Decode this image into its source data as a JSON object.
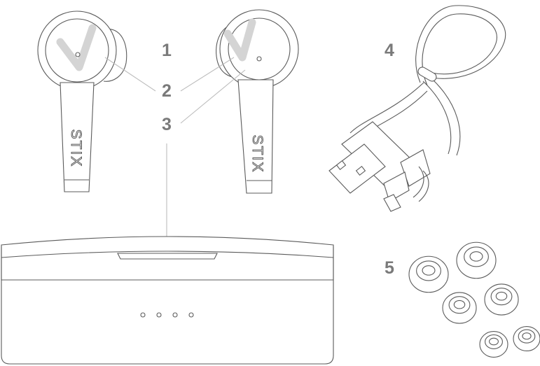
{
  "callouts": {
    "earbud_body": "1",
    "touch_sensor": "2",
    "led_indicator": "3",
    "usb_cable": "4",
    "ear_tips": "5"
  },
  "earbud_left": {
    "brand": "STIX"
  },
  "earbud_right": {
    "brand": "STIX"
  },
  "case": {
    "led_count": 4
  },
  "ear_tips": {
    "count": 6
  }
}
